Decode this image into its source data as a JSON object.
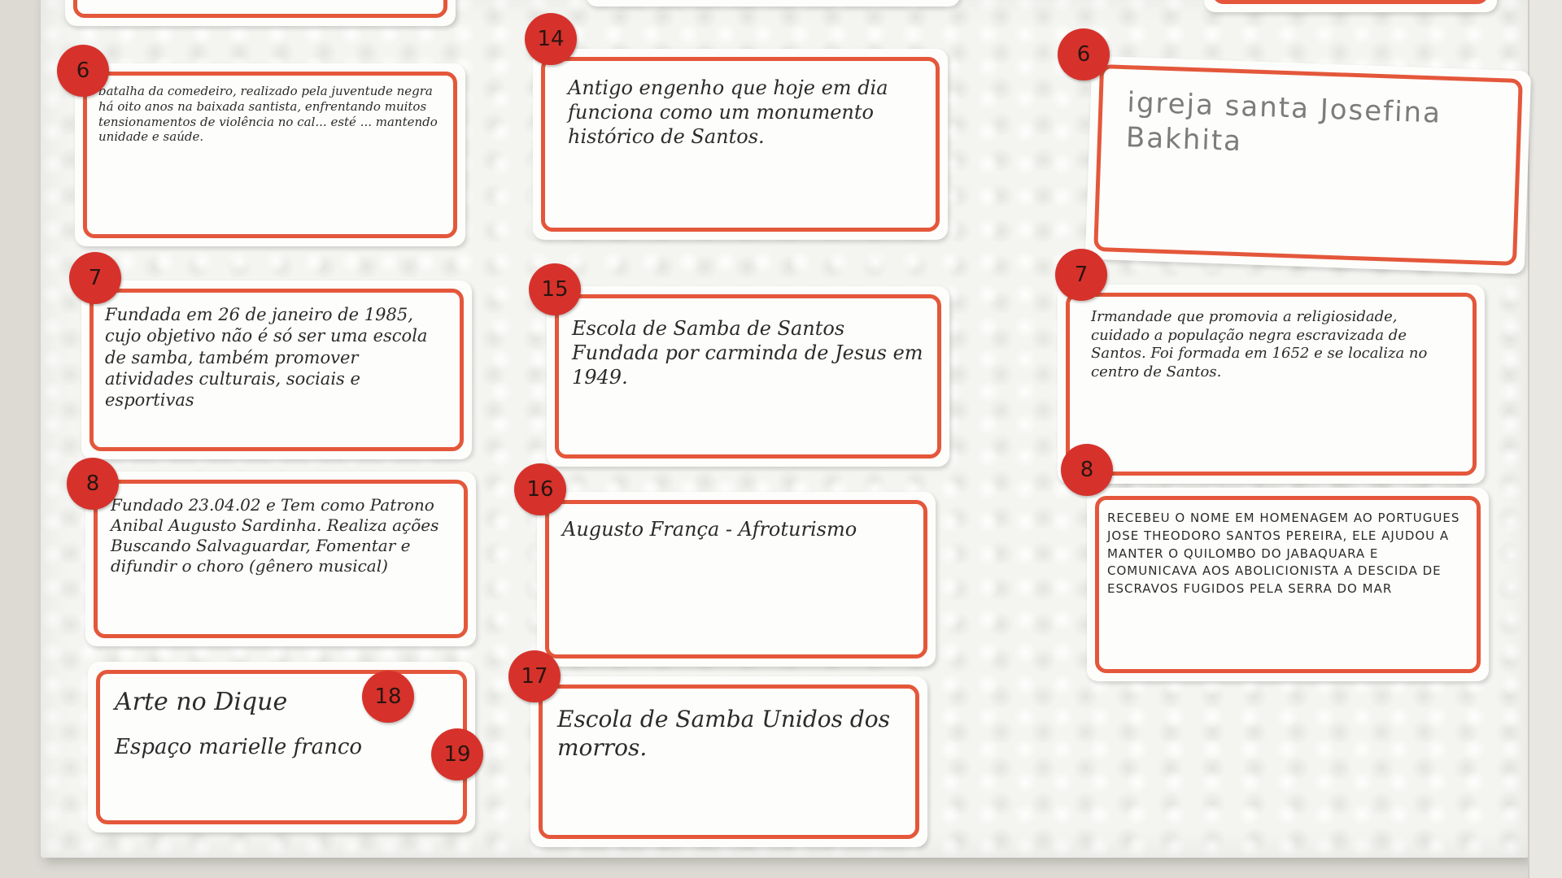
{
  "cards": [
    {
      "number": "6",
      "text": "batalha da comedeiro, realizado pela juventude negra há oito anos na baixada santista, enfrentando muitos tensionamentos de violência no cal... esté ... mantendo unidade e saúde."
    },
    {
      "number": "14",
      "text": "Antigo engenho que hoje em dia funciona como um monumento histórico de Santos."
    },
    {
      "number": "6",
      "text": "igreja santa Josefina Bakhita"
    },
    {
      "number": "7",
      "text": "Fundada em 26 de janeiro de 1985, cujo objetivo não é só ser uma escola de samba, também promover atividades culturais, sociais e esportivas"
    },
    {
      "number": "15",
      "text": "Escola de Samba de Santos Fundada por carminda de Jesus em 1949."
    },
    {
      "number": "7",
      "text": "Irmandade que promovia a religiosidade, cuidado a população negra escravizada de Santos. Foi formada em 1652 e se localiza no centro de Santos."
    },
    {
      "number": "8",
      "text": "Fundado 23.04.02 e Tem como Patrono Anibal Augusto Sardinha. Realiza ações Buscando Salvaguardar, Fomentar e difundir o choro (gênero musical)"
    },
    {
      "number": "16",
      "text": "Augusto França - Afroturismo"
    },
    {
      "number": "8",
      "text": "RECEBEU O NOME EM HOMENAGEM AO PORTUGUES JOSE THEODORO SANTOS PEREIRA, ELE AJUDOU A MANTER O QUILOMBO DO JABAQUARA E COMUNICAVA AOS ABOLICIONISTA A DESCIDA DE ESCRAVOS FUGIDOS PELA SERRA DO MAR"
    },
    {
      "line1": "Arte no Dique",
      "num1": "18",
      "line2": "Espaço marielle franco",
      "num2": "19"
    },
    {
      "number": "17",
      "text": "Escola de Samba Unidos dos morros."
    }
  ],
  "colors": {
    "border": "#e4573b",
    "dot": "#d6322b",
    "board": "#f4f4f1"
  }
}
